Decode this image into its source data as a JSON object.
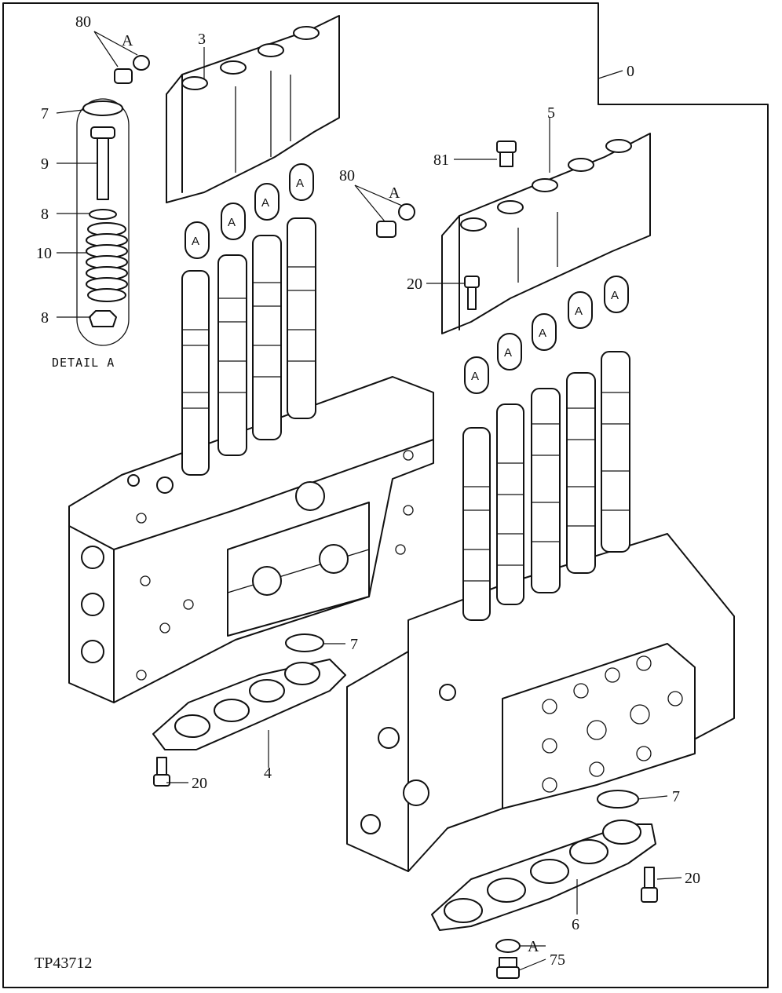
{
  "figure_id": "TP43712",
  "detail_caption": "DETAIL A",
  "detail_symbol": "A",
  "callouts": {
    "c0": "0",
    "c3": "3",
    "c4": "4",
    "c5": "5",
    "c6": "6",
    "c7_detail": "7",
    "c7_left": "7",
    "c7_right": "7",
    "c8_top": "8",
    "c8_bottom": "8",
    "c9": "9",
    "c10": "10",
    "c20_left": "20",
    "c20_mid": "20",
    "c20_right": "20",
    "c75": "75",
    "c80_left": "80",
    "c80_right": "80",
    "c81": "81"
  }
}
